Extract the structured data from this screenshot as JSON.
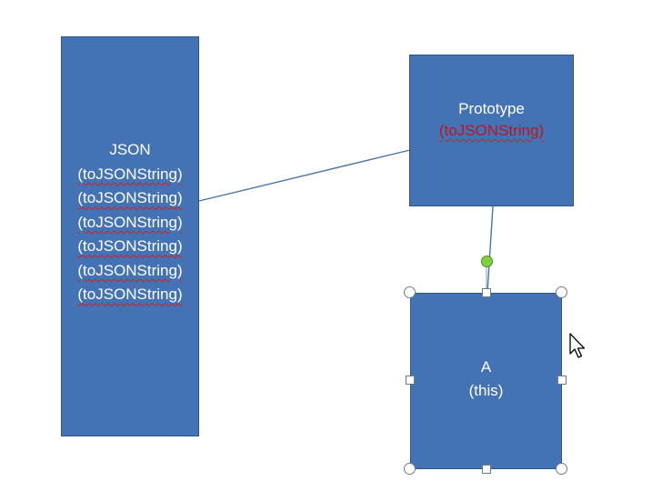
{
  "json_box": {
    "title": "JSON",
    "items": [
      "(toJSONString)",
      "(toJSONString)",
      "(toJSONString)",
      "(toJSONString)",
      "(toJSONString)",
      "(toJSONString)"
    ]
  },
  "prototype_box": {
    "title": "Prototype",
    "item": "(toJSONString)"
  },
  "a_box": {
    "title": "A",
    "subtitle": "(this)"
  },
  "colors": {
    "shape_fill": "#4473b5",
    "shape_border": "#2f5586",
    "connector": "#4a74a8",
    "spellcheck_underline": "#d41f1f",
    "prototype_item_text": "#c0141c",
    "rotation_handle": "#7fd13b"
  },
  "icons": {
    "cursor": "mouse-pointer-arrow-icon"
  }
}
